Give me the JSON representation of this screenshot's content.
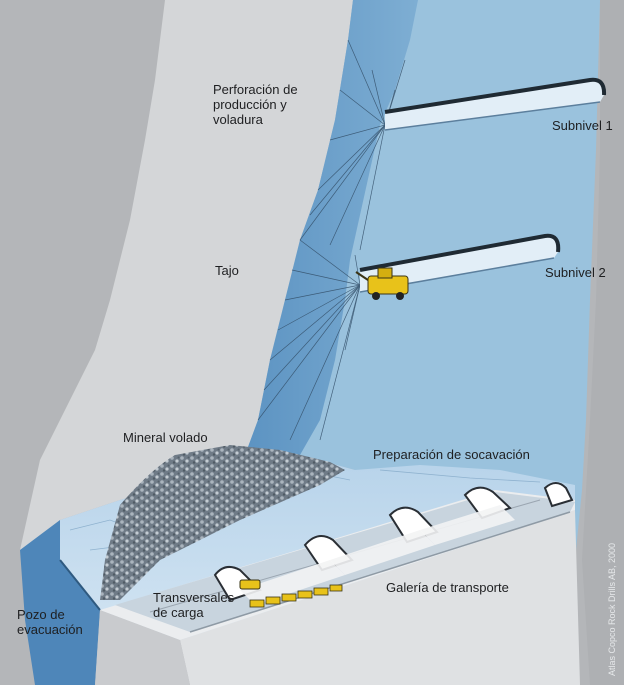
{
  "labels": {
    "perforacion": "Perforación de\nproducción y\nvoladura",
    "subnivel1": "Subnivel 1",
    "subnivel2": "Subnivel 2",
    "tajo": "Tajo",
    "mineral_volado": "Mineral volado",
    "preparacion": "Preparación de socavación",
    "galeria": "Galería de transporte",
    "transversales": "Transversales\nde carga",
    "pozo": "Pozo de\nevacuación"
  },
  "credit": "Atlas Copco Rock Drills AB, 2000",
  "colors": {
    "background": "#b4b6b9",
    "hanging_wall": "#d4d6d8",
    "ore_body": "#9ac2dd",
    "ore_blast": "#5e95c4",
    "cave_ceiling": "#c4dcee",
    "block_front": "#dfe1e3",
    "block_top": "#ebedef",
    "muck": "#7e8a96",
    "equipment": "#e8c21a"
  }
}
